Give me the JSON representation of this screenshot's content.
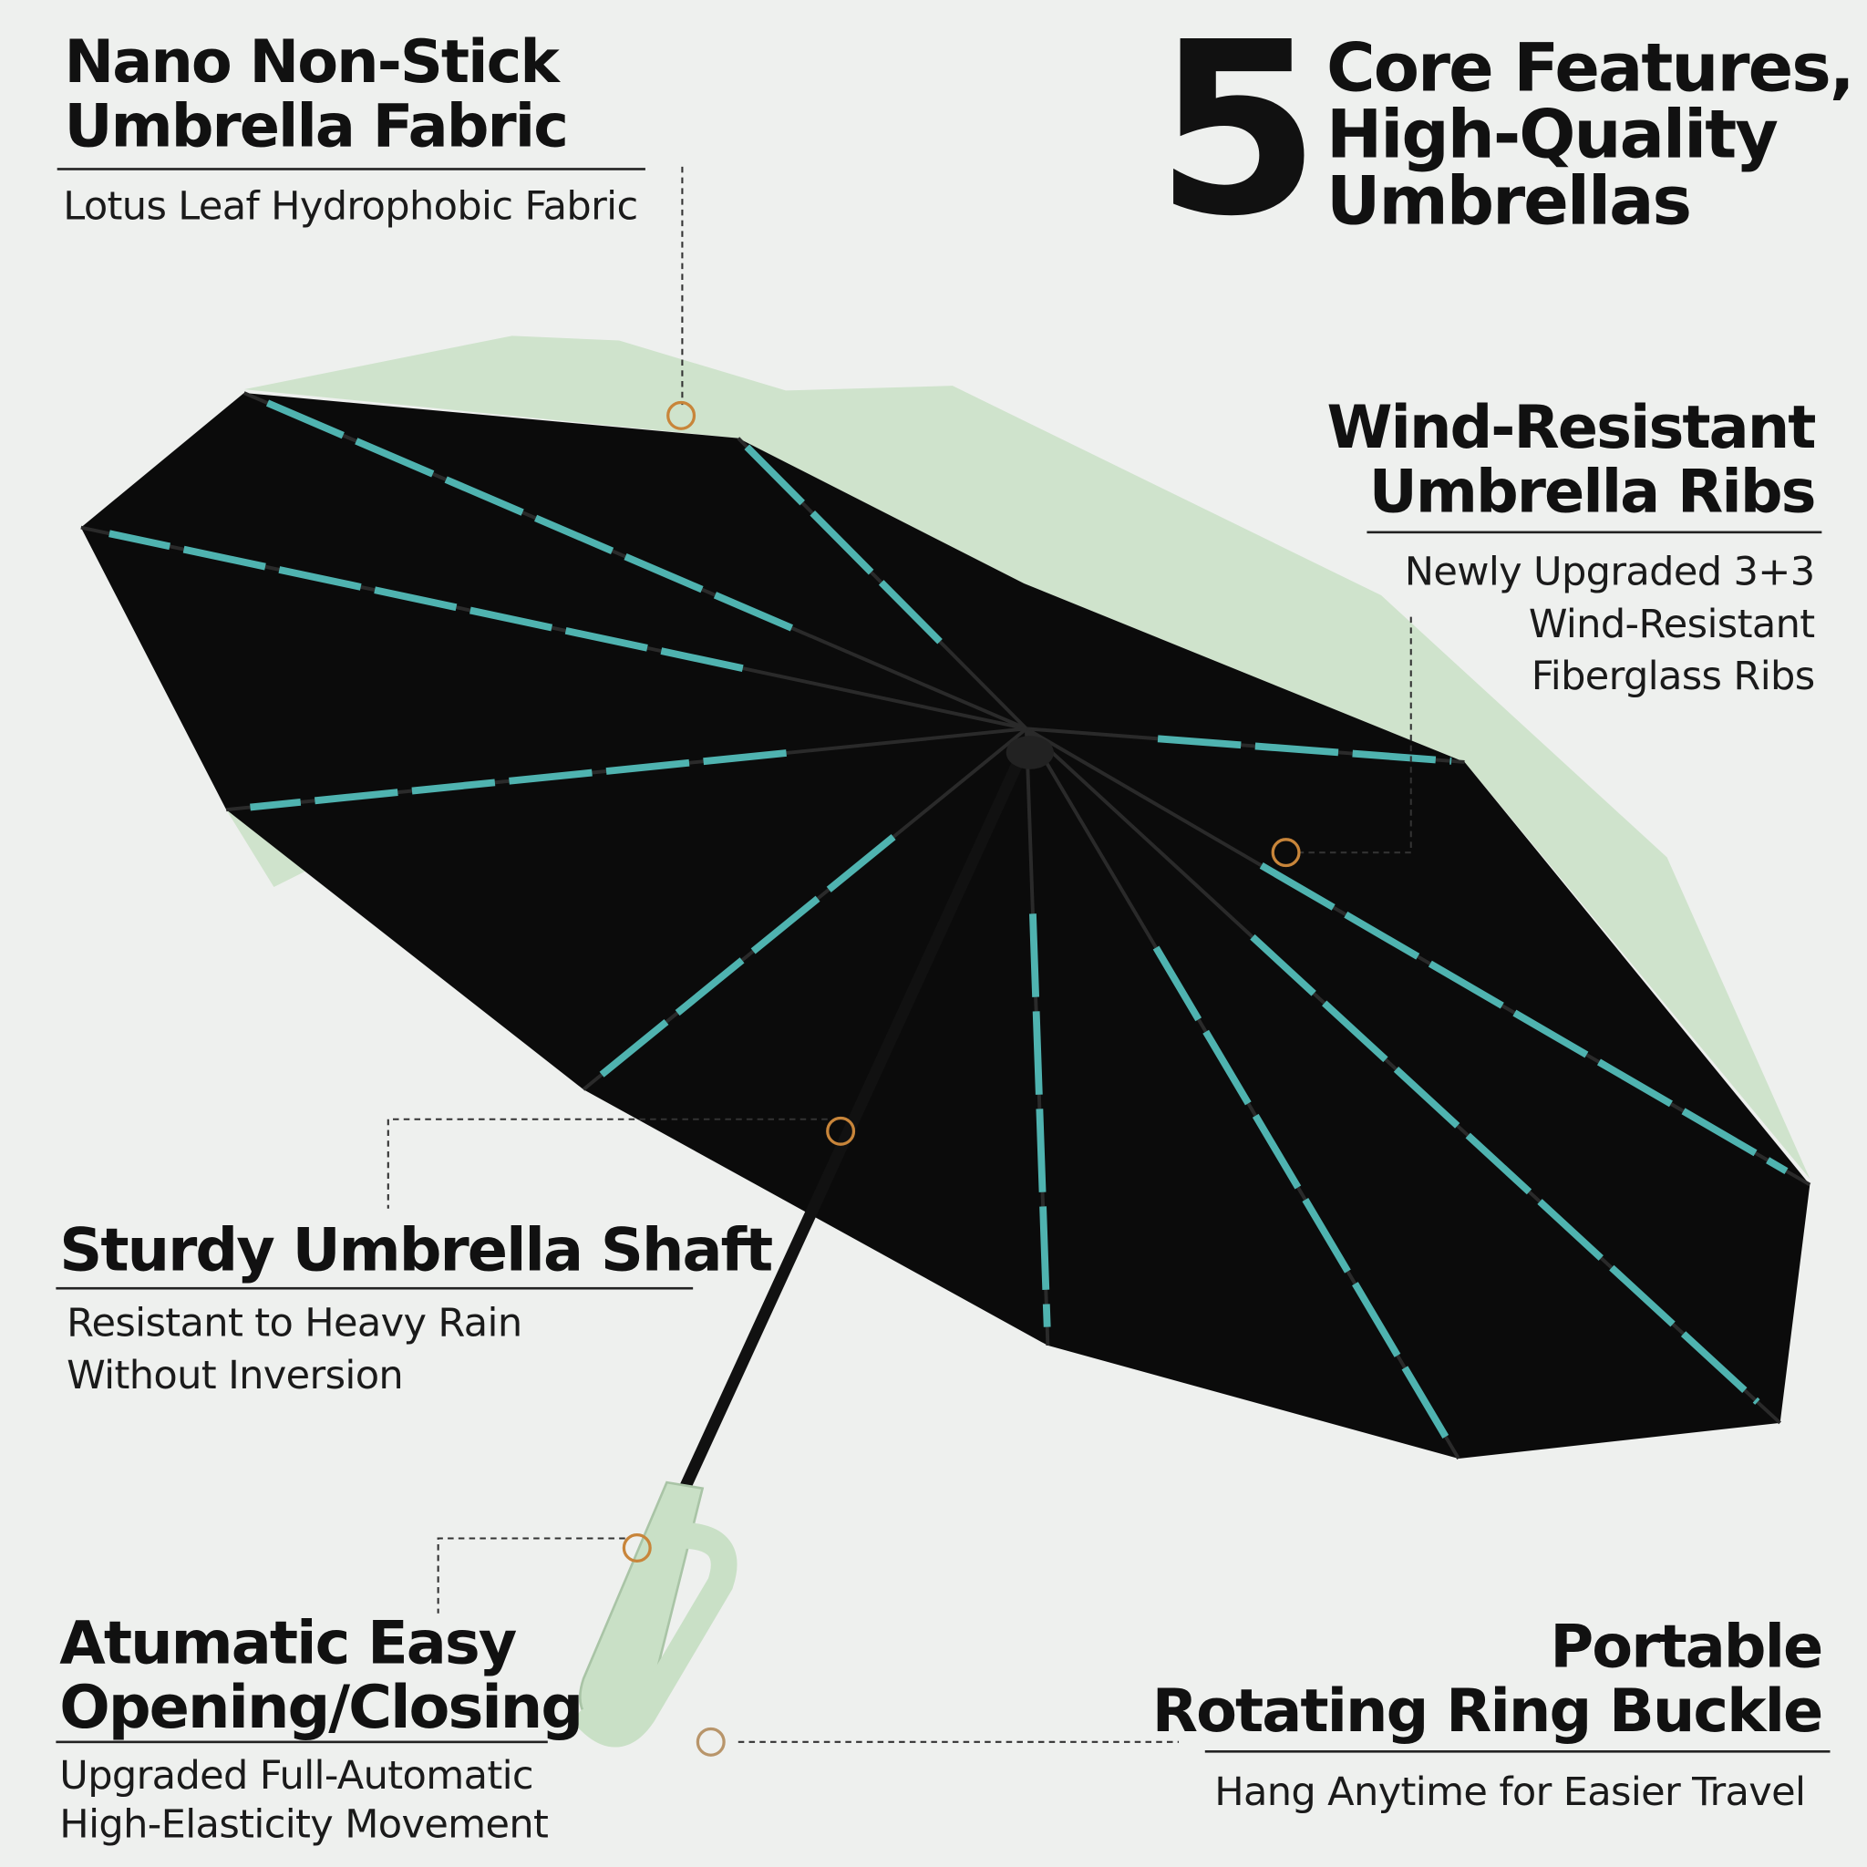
{
  "headline": {
    "number": "5",
    "lines": [
      "Core Features,",
      "High-Quality",
      "Umbrellas"
    ]
  },
  "features": [
    {
      "title": [
        "Nano Non-Stick",
        "Umbrella Fabric"
      ],
      "subtitle": [
        "Lotus Leaf Hydrophobic Fabric"
      ]
    },
    {
      "title": [
        "Wind-Resistant",
        "Umbrella Ribs"
      ],
      "subtitle": [
        "Newly Upgraded 3+3",
        "Wind-Resistant",
        "Fiberglass Ribs"
      ]
    },
    {
      "title": [
        "Sturdy Umbrella Shaft"
      ],
      "subtitle": [
        "Resistant to Heavy Rain",
        "Without Inversion"
      ]
    },
    {
      "title": [
        "Atumatic Easy",
        "Opening/Closing"
      ],
      "subtitle": [
        "Upgraded Full-Automatic",
        "High-Elasticity Movement"
      ]
    },
    {
      "title": [
        "Portable",
        "Rotating Ring Buckle"
      ],
      "subtitle": [
        "Hang Anytime for Easier Travel"
      ]
    }
  ],
  "colors": {
    "background": "#eef0ee",
    "canopy_outer": "#cfe3cc",
    "canopy_inner": "#0b0b0b",
    "rib_accent": "#4fb3b0",
    "marker": "#c8853a",
    "handle": "#c9e0c6"
  }
}
